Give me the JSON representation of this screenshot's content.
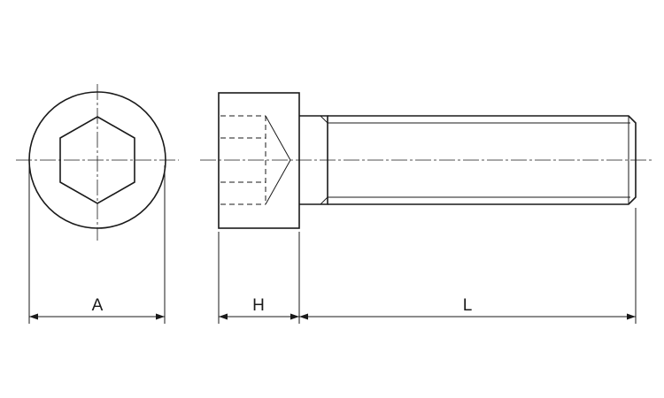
{
  "dimensions": {
    "head_diameter_label": "A",
    "head_height_label": "H",
    "length_label": "L"
  },
  "colors": {
    "line": "#1a1a1a",
    "background": "#ffffff"
  }
}
